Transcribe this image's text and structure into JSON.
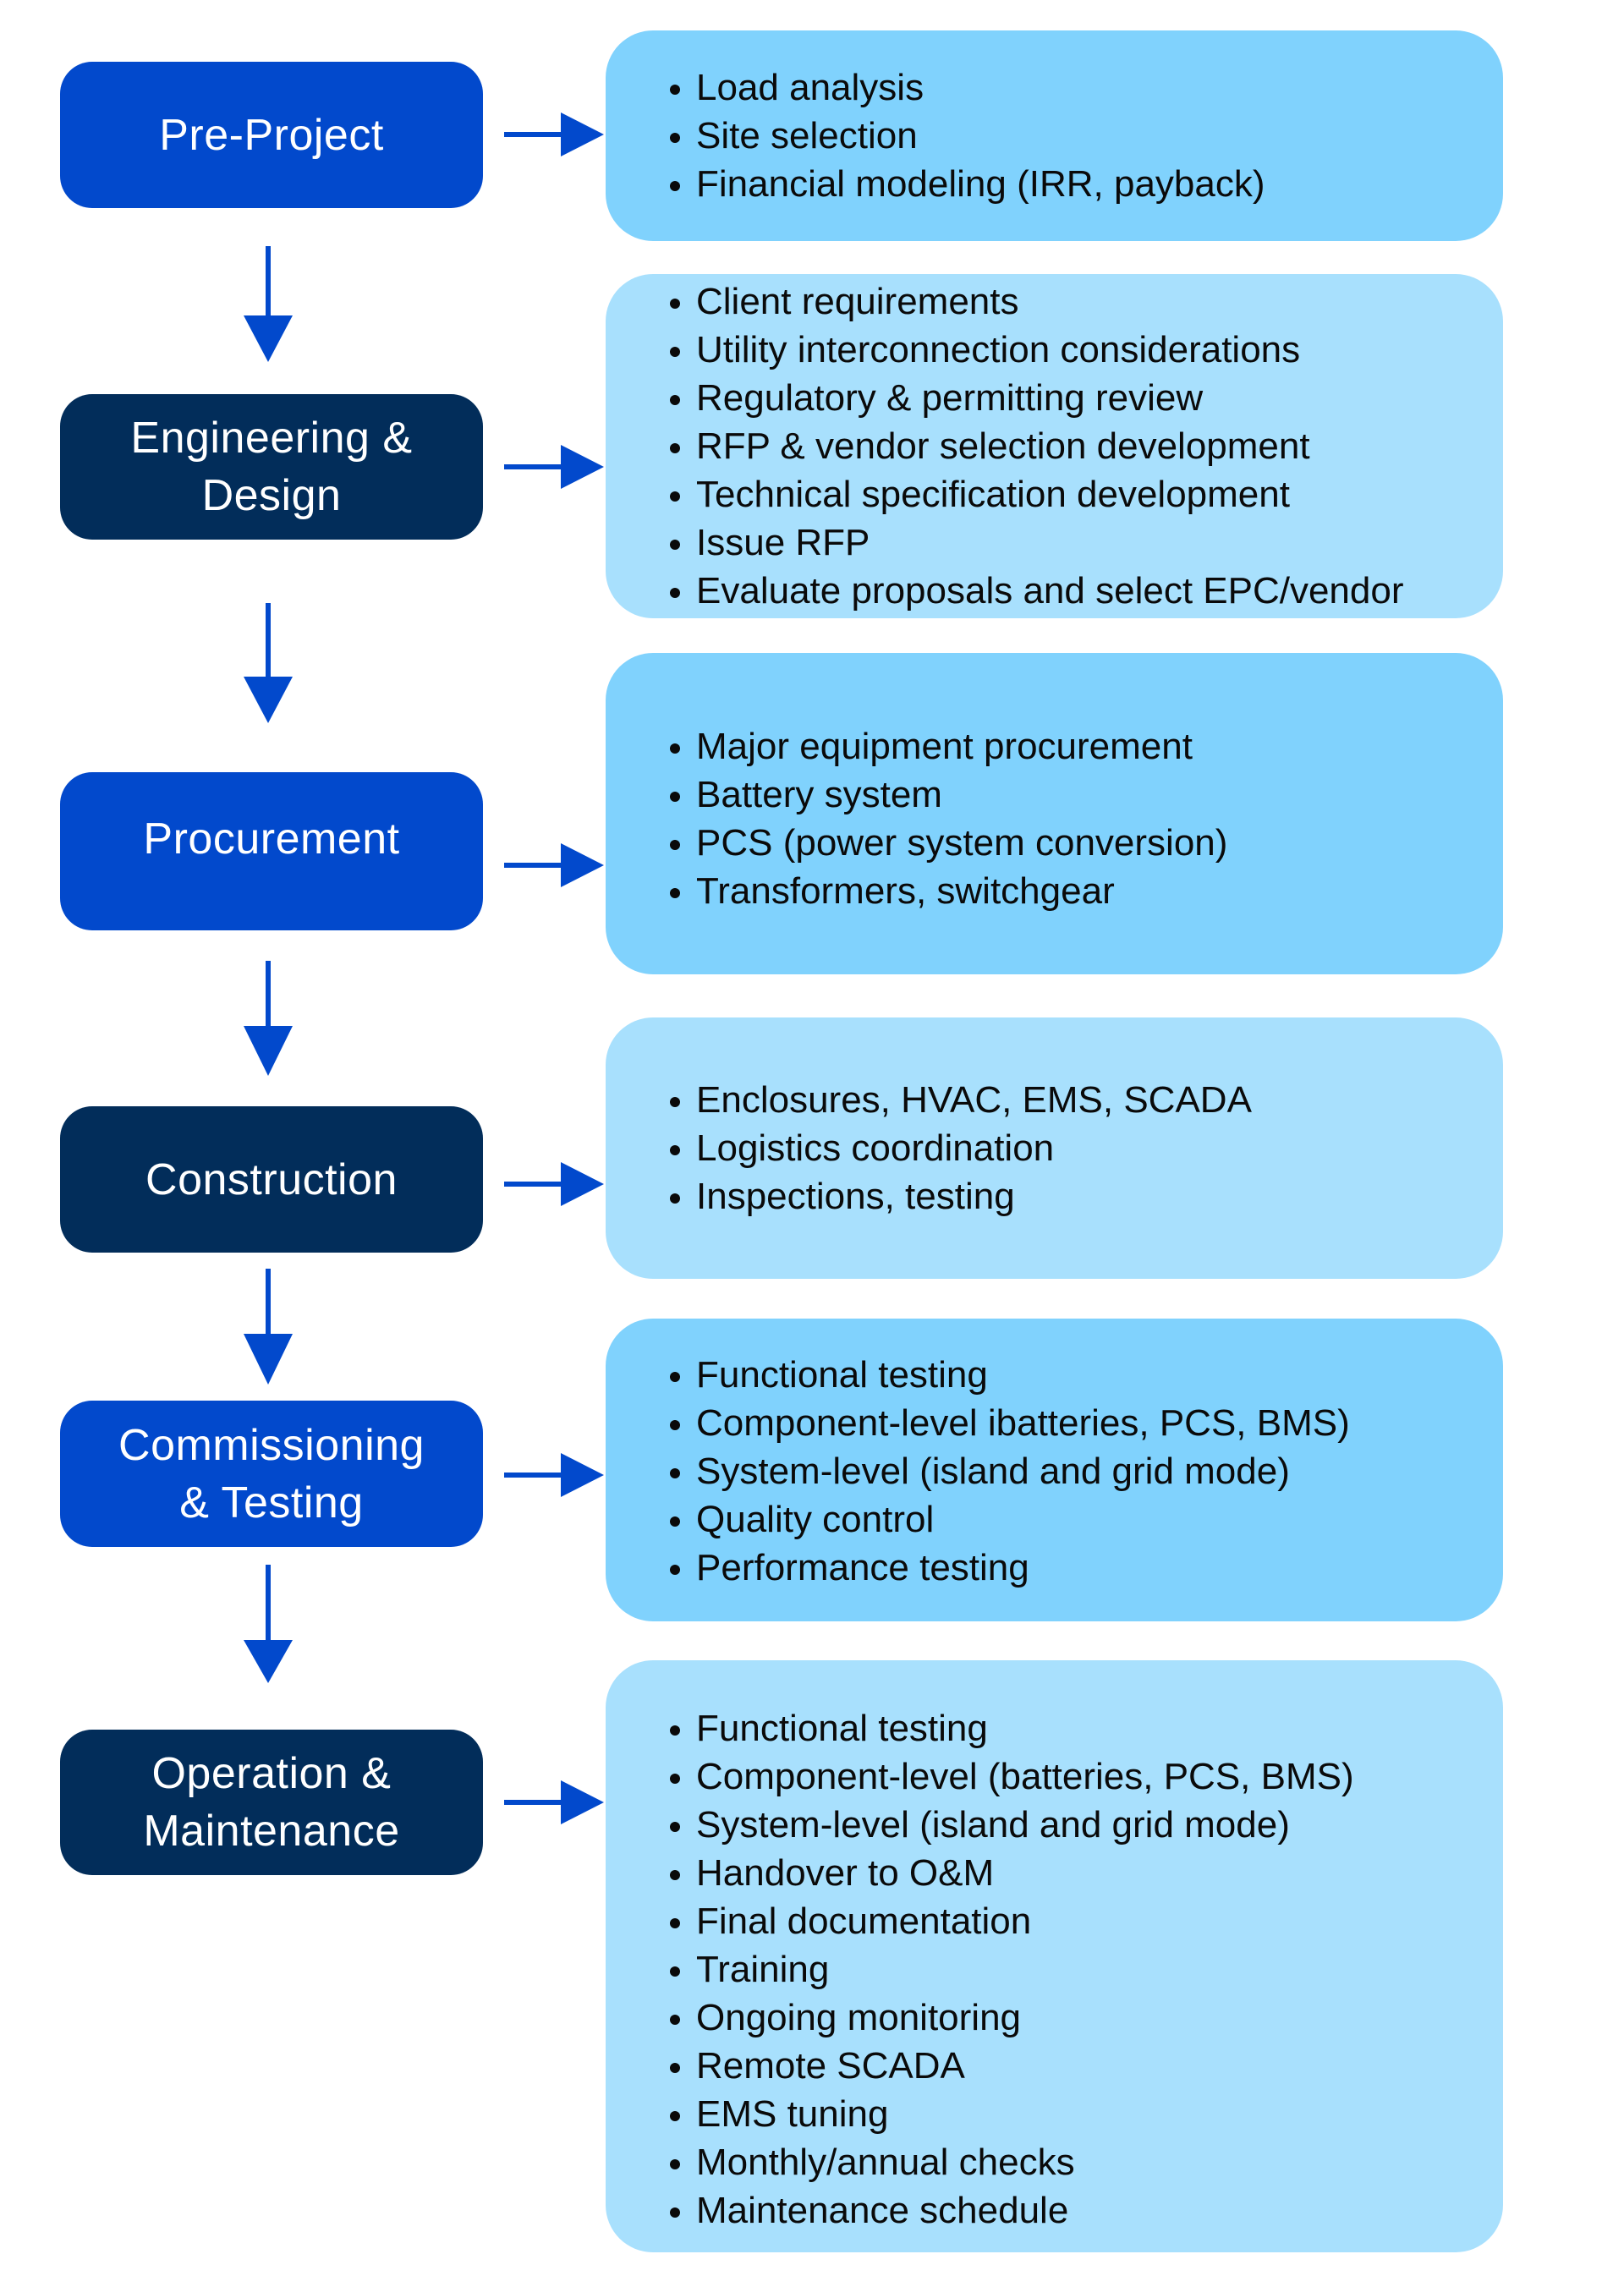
{
  "diagram": {
    "colors": {
      "stage_primary": "#0249cc",
      "stage_dark": "#022d5a",
      "detail_primary": "#80d2fd",
      "detail_light": "#a8e0fd",
      "arrow": "#0249cc",
      "text_dark": "#0a0a0a",
      "text_light": "#ffffff"
    },
    "stages": [
      {
        "label": "Pre-Project",
        "details": [
          "Load analysis",
          "Site selection",
          "Financial modeling (IRR, payback)"
        ]
      },
      {
        "label": "Engineering &\nDesign",
        "details": [
          "Client requirements",
          "Utility interconnection considerations",
          "Regulatory & permitting review",
          "RFP & vendor selection development",
          "Technical specification development",
          "Issue RFP",
          "Evaluate proposals and select EPC/vendor"
        ]
      },
      {
        "label": "Procurement",
        "details": [
          "Major equipment procurement",
          "Battery system",
          "PCS (power system conversion)",
          "Transformers, switchgear"
        ]
      },
      {
        "label": "Construction",
        "details": [
          "Enclosures, HVAC, EMS, SCADA",
          "Logistics coordination",
          "Inspections, testing"
        ]
      },
      {
        "label": "Commissioning\n& Testing",
        "details": [
          "Functional testing",
          "Component-level ibatteries, PCS, BMS)",
          "System-level (island and grid mode)",
          "Quality control",
          "Performance testing"
        ]
      },
      {
        "label": "Operation &\nMaintenance",
        "details": [
          "Functional testing",
          "Component-level (batteries, PCS, BMS)",
          "System-level (island and grid mode)",
          "Handover to O&M",
          "Final documentation",
          "Training",
          "Ongoing monitoring",
          "Remote SCADA",
          "EMS tuning",
          "Monthly/annual checks",
          "Maintenance schedule"
        ]
      }
    ]
  }
}
